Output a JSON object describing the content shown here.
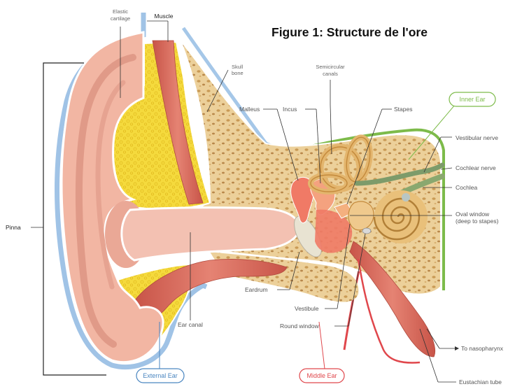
{
  "figure": {
    "title": "Figure 1: Structure de l'ore"
  },
  "labels": {
    "elastic_cartilage": [
      "Elastic",
      "cartilage"
    ],
    "muscle": "Muscle",
    "skull_bone": [
      "Skull",
      "bone"
    ],
    "semicircular_canals": [
      "Semicircular",
      "canals"
    ],
    "malleus": "Malleus",
    "incus": "Incus",
    "stapes": "Stapes",
    "vestibular_nerve": "Vestibular nerve",
    "cochlear_nerve": "Cochlear nerve",
    "cochlea": "Cochlea",
    "oval_window": [
      "Oval window",
      "(deep to stapes)"
    ],
    "pinna": "Pinna",
    "eardrum": "Eardrum",
    "vestibule": "Vestibule",
    "round_window": "Round window",
    "ear_canal": "Ear canal",
    "to_nasopharynx": "To nasopharynx",
    "eustachian_tube": "Eustachian tube"
  },
  "regions": {
    "inner_ear": "Inner Ear",
    "external_ear": "External Ear",
    "middle_ear": "Middle Ear"
  },
  "colors": {
    "inner_ear": "#7dbb4a",
    "external_ear": "#4a86c0",
    "middle_ear": "#e0474c",
    "skin": "#f2b7a6",
    "bone": "#e9c98f",
    "cartilage": "#f4d73c",
    "muscle": "#d9685a"
  }
}
